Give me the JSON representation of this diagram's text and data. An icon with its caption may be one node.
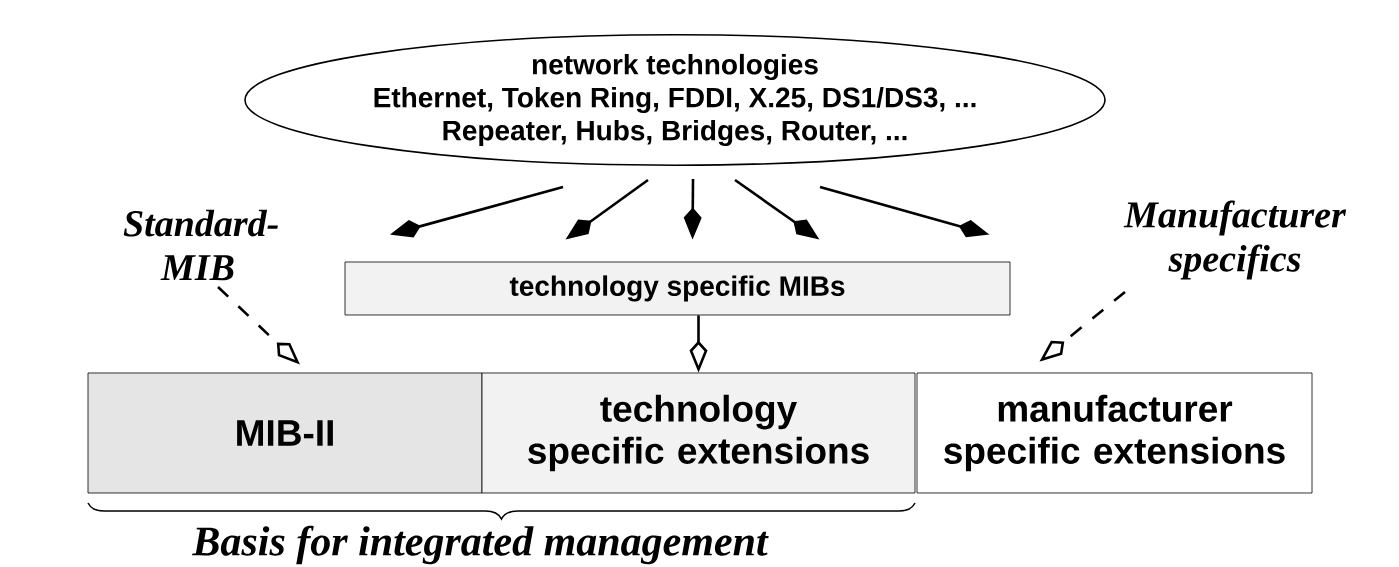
{
  "diagram": {
    "nodes": [
      {
        "text": [
          "network technologies",
          "Ethernet, Token Ring, FDDI, X.25, DS1/DS3, ...",
          "Repeater, Hubs, Bridges, Router, ..."
        ]
      },
      {
        "text": [
          "technology specific MIBs"
        ]
      },
      {
        "text": [
          "MIB-II"
        ]
      },
      {
        "text": [
          "technology specific extensions"
        ]
      },
      {
        "text": [
          "manufacturer specific extensions"
        ]
      },
      {
        "text": [
          "Standard-MIB"
        ]
      },
      {
        "text": [
          "Manufacturer specifics"
        ]
      }
    ],
    "edges": [
      {
        "from": 0,
        "to": 1,
        "arrow": "to"
      },
      {
        "from": 0,
        "to": 1,
        "arrow": "to"
      },
      {
        "from": 0,
        "to": 1,
        "arrow": "to"
      },
      {
        "from": 0,
        "to": 1,
        "arrow": "to"
      },
      {
        "from": 0,
        "to": 1,
        "arrow": "to"
      },
      {
        "from": 1,
        "to": 3,
        "arrow": "to"
      },
      {
        "from": 5,
        "to": 2,
        "arrow": "to",
        "style": "dashed"
      },
      {
        "from": 6,
        "to": 4,
        "arrow": "to",
        "style": "dashed"
      }
    ],
    "labels": [
      "Basis for integrated management"
    ]
  }
}
